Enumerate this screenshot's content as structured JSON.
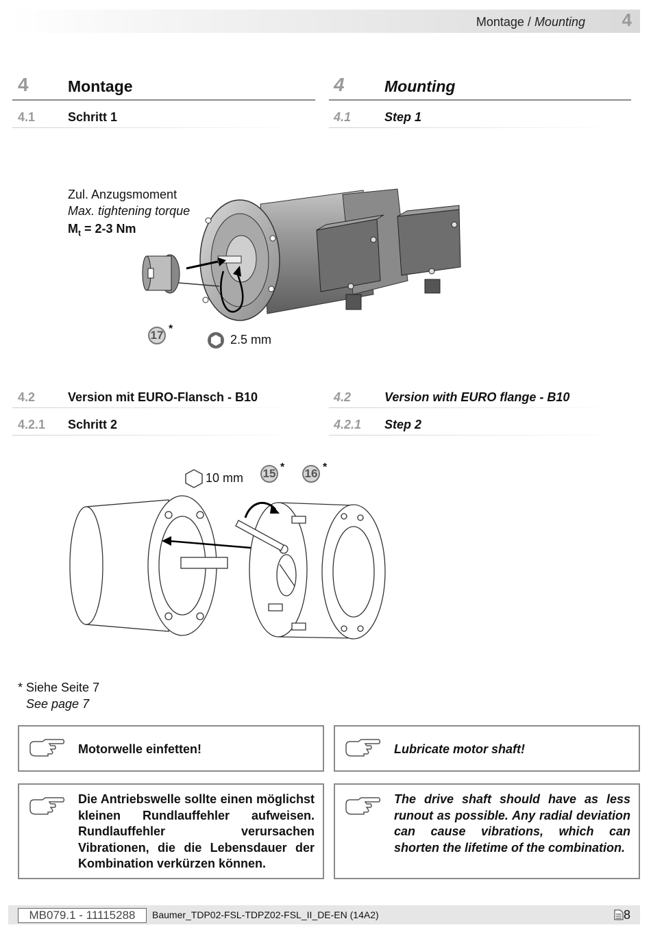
{
  "header": {
    "title_de": "Montage",
    "title_sep": " / ",
    "title_en": "Mounting",
    "chapter": "4"
  },
  "left": {
    "h1_num": "4",
    "h1": "Montage",
    "s41_num": "4.1",
    "s41": "Schritt 1",
    "s42_num": "4.2",
    "s42": "Version mit EURO-Flansch - B10",
    "s421_num": "4.2.1",
    "s421": "Schritt 2"
  },
  "right": {
    "h1_num": "4",
    "h1": "Mounting",
    "s41_num": "4.1",
    "s41": "Step 1",
    "s42_num": "4.2",
    "s42": "Version with EURO flange - B10",
    "s421_num": "4.2.1",
    "s421": "Step 2"
  },
  "figure1": {
    "torque_de": "Zul. Anzugsmoment",
    "torque_en": "Max. tightening torque",
    "mt_label": "M",
    "mt_sub": "t",
    "mt_value": " = 2-3 Nm",
    "callout": "17",
    "star": "*",
    "hex_label": "2.5 mm"
  },
  "figure2": {
    "hex_label": "10 mm",
    "callout_a": "15",
    "callout_b": "16",
    "star": "*"
  },
  "footnote": {
    "de": "* Siehe Seite 7",
    "en": "See page 7"
  },
  "notes": [
    {
      "de": "Motorwelle einfetten!",
      "en": "Lubricate motor shaft!"
    },
    {
      "de": "Die Antriebswelle sollte einen möglichst kleinen Rundlauffehler aufweisen. Rundlauffehler verursachen Vibrationen, die die Lebensdauer der Kombination verkürzen können.",
      "en": "The drive shaft should have as less runout as possible. Any radial deviation can cause vibrations, which can shorten the lifetime of the combination."
    }
  ],
  "icons": {
    "note": "pointing-hand-icon",
    "hex": "hex-key-icon",
    "page": "document-icon"
  },
  "footer": {
    "doc_id": "MB079.1 - 11115288",
    "filename": "Baumer_TDP02-FSL-TDPZ02-FSL_II_DE-EN (14A2)",
    "page": "8"
  }
}
